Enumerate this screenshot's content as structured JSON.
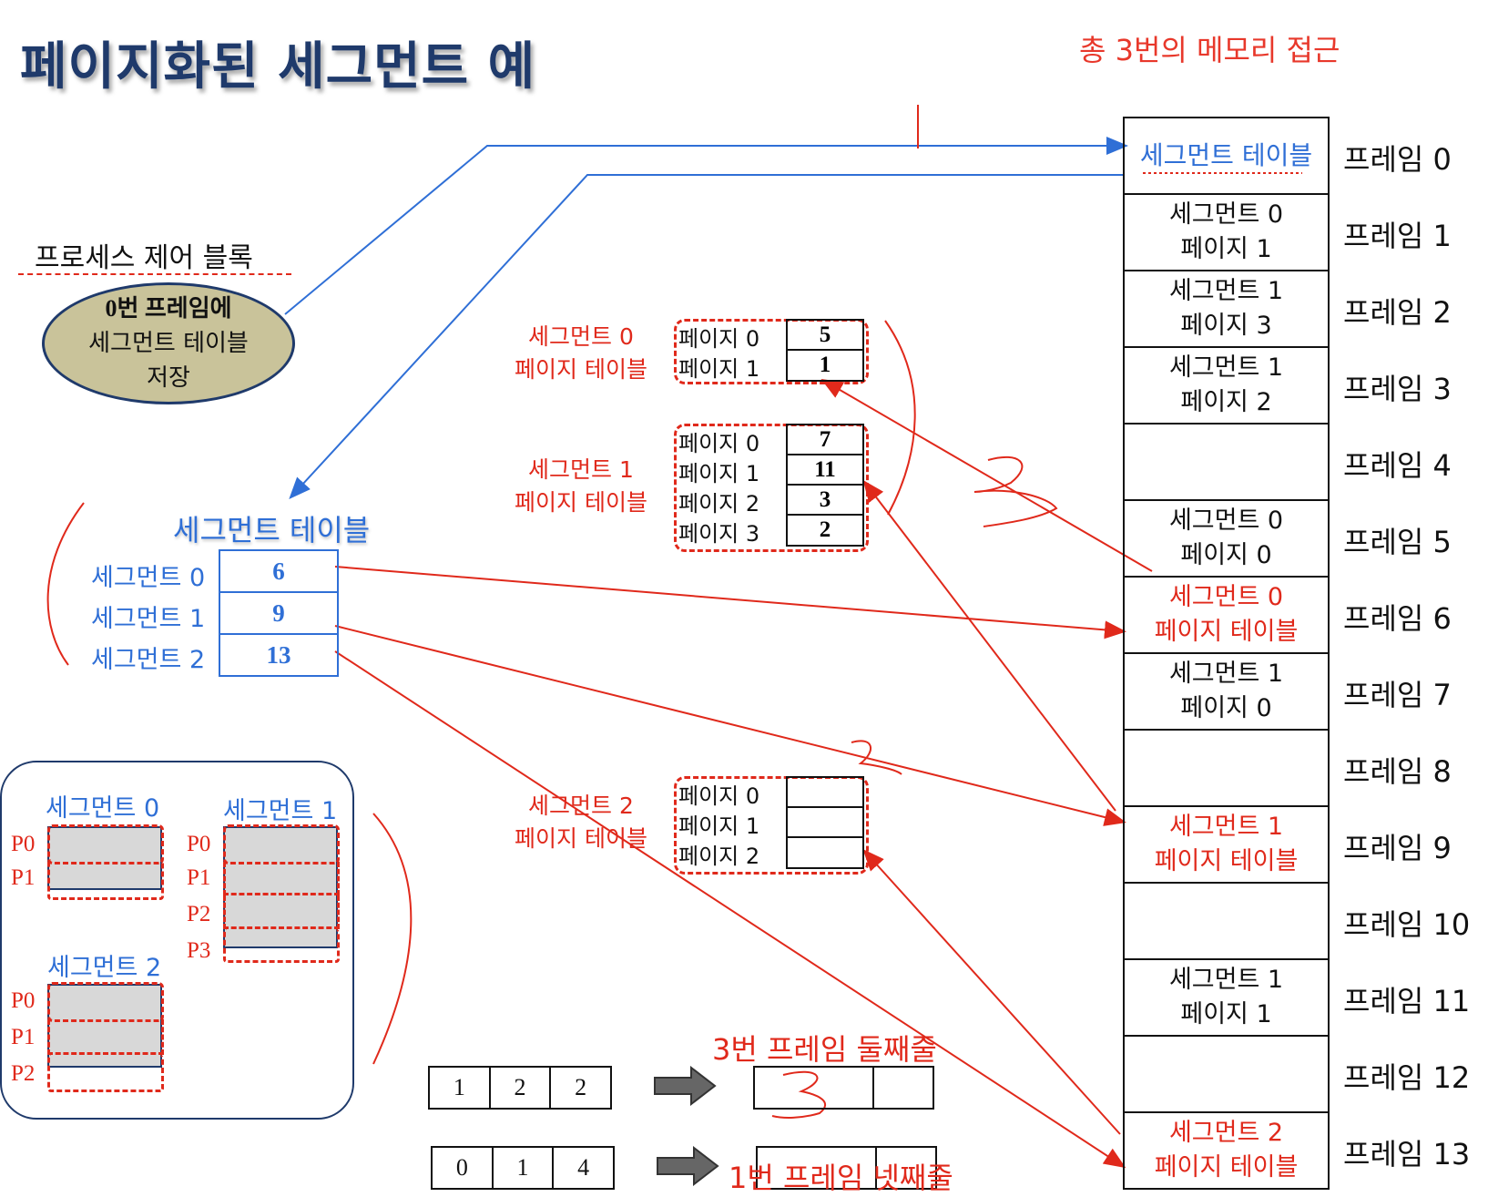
{
  "title": "페이지화된 세그먼트 예",
  "note_top": "총 3번의 메모리 접근",
  "memory": {
    "frames": [
      {
        "label": "프레임 0",
        "line1": "세그먼트 테이블",
        "line2": "",
        "style": "blue"
      },
      {
        "label": "프레임 1",
        "line1": "세그먼트 0",
        "line2": "페이지 1",
        "style": "black"
      },
      {
        "label": "프레임 2",
        "line1": "세그먼트 1",
        "line2": "페이지 3",
        "style": "black"
      },
      {
        "label": "프레임 3",
        "line1": "세그먼트 1",
        "line2": "페이지 2",
        "style": "black"
      },
      {
        "label": "프레임 4",
        "line1": "",
        "line2": "",
        "style": "black"
      },
      {
        "label": "프레임 5",
        "line1": "세그먼트 0",
        "line2": "페이지 0",
        "style": "black"
      },
      {
        "label": "프레임 6",
        "line1": "세그먼트 0",
        "line2": "페이지 테이블",
        "style": "red"
      },
      {
        "label": "프레임 7",
        "line1": "세그먼트 1",
        "line2": "페이지 0",
        "style": "black"
      },
      {
        "label": "프레임 8",
        "line1": "",
        "line2": "",
        "style": "black"
      },
      {
        "label": "프레임 9",
        "line1": "세그먼트 1",
        "line2": "페이지 테이블",
        "style": "red"
      },
      {
        "label": "프레임 10",
        "line1": "",
        "line2": "",
        "style": "black"
      },
      {
        "label": "프레임 11",
        "line1": "세그먼트 1",
        "line2": "페이지 1",
        "style": "black"
      },
      {
        "label": "프레임 12",
        "line1": "",
        "line2": "",
        "style": "black"
      },
      {
        "label": "프레임 13",
        "line1": "세그먼트 2",
        "line2": "페이지 테이블",
        "style": "red"
      }
    ]
  },
  "pcb": {
    "title": "프로세스 제어 블록",
    "line1": "0번 프레임에",
    "line2": "세그먼트 테이블",
    "line3": "저장"
  },
  "segment_table": {
    "title": "세그먼트 테이블",
    "rows": [
      {
        "label": "세그먼트 0",
        "value": "6"
      },
      {
        "label": "세그먼트 1",
        "value": "9"
      },
      {
        "label": "세그먼트 2",
        "value": "13"
      }
    ]
  },
  "page_tables": [
    {
      "line1": "세그먼트 0",
      "line2": "페이지 테이블",
      "rows": [
        {
          "page": "페이지 0",
          "frame": "5"
        },
        {
          "page": "페이지 1",
          "frame": "1"
        }
      ]
    },
    {
      "line1": "세그먼트 1",
      "line2": "페이지 테이블",
      "rows": [
        {
          "page": "페이지 0",
          "frame": "7"
        },
        {
          "page": "페이지 1",
          "frame": "11"
        },
        {
          "page": "페이지 2",
          "frame": "3"
        },
        {
          "page": "페이지 3",
          "frame": "2"
        }
      ]
    },
    {
      "line1": "세그먼트 2",
      "line2": "페이지 테이블",
      "rows": [
        {
          "page": "페이지 0",
          "frame": ""
        },
        {
          "page": "페이지 1",
          "frame": ""
        },
        {
          "page": "페이지 2",
          "frame": ""
        }
      ]
    }
  ],
  "logical_view": {
    "seg0": "세그먼트 0",
    "seg1": "세그먼트 1",
    "seg2": "세그먼트 2",
    "p0": "P0",
    "p1": "P1",
    "p2": "P2",
    "p3": "P3"
  },
  "addresses": [
    {
      "values": [
        "1",
        "2",
        "2"
      ],
      "note": "3번 프레임 둘째줄",
      "result": [
        "",
        ""
      ]
    },
    {
      "values": [
        "0",
        "1",
        "4"
      ],
      "note": "1번 프레임 넷째줄",
      "result": [
        "",
        ""
      ]
    }
  ],
  "colors": {
    "red": "#e0291b",
    "blue": "#2f6fd6",
    "navy": "#1f3a6b"
  }
}
